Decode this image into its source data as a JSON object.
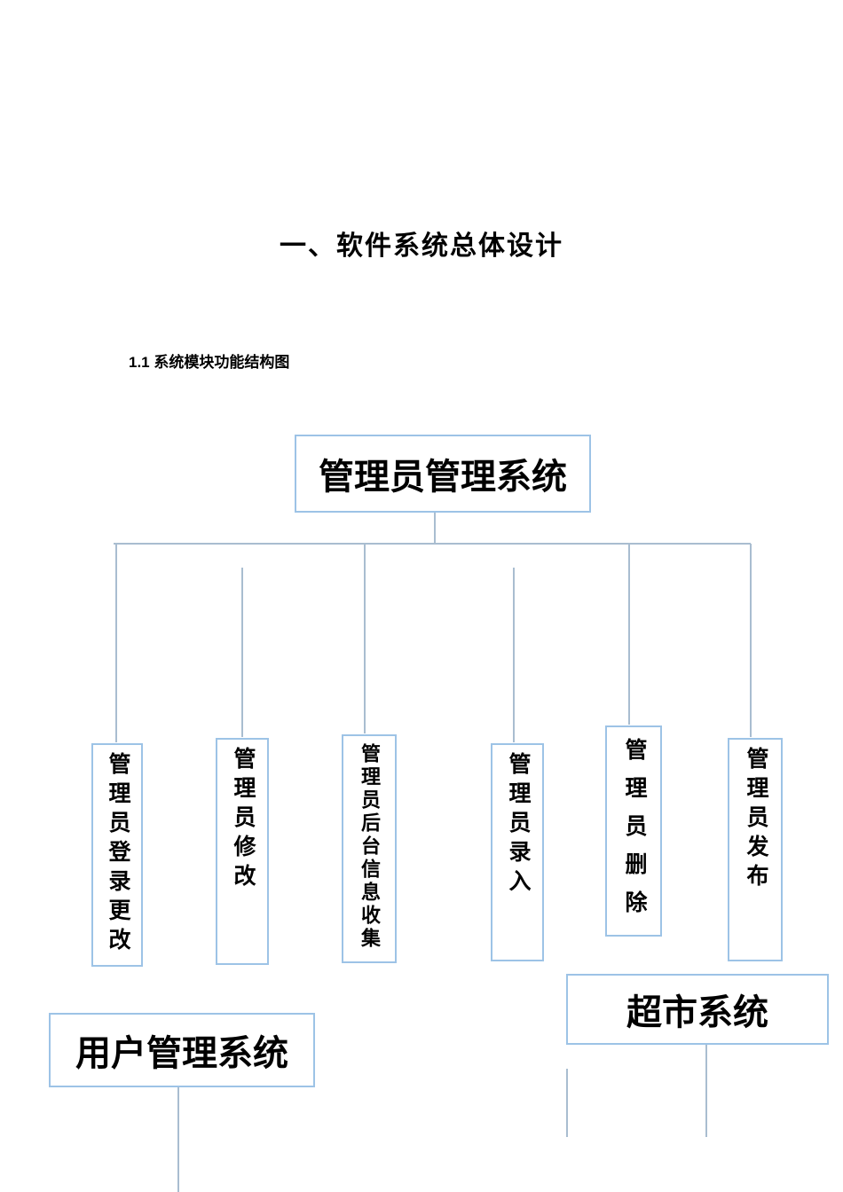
{
  "document": {
    "title": "一、软件系统总体设计",
    "section_heading": "1.1 系统模块功能结构图"
  },
  "diagram": {
    "root": {
      "label": "管理员管理系统"
    },
    "children": [
      {
        "label": "管理员登录更改"
      },
      {
        "label": "管理员修改"
      },
      {
        "label": "管理员后台信息收集"
      },
      {
        "label": "管理员录入"
      },
      {
        "label": "管理员删除"
      },
      {
        "label": "管理员发布"
      }
    ],
    "subsystems": [
      {
        "label": "用户管理系统"
      },
      {
        "label": "超市系统"
      }
    ],
    "colors": {
      "box_border": "#9dc3e6",
      "connector_line": "#a9bdd0",
      "text": "#000000"
    }
  }
}
